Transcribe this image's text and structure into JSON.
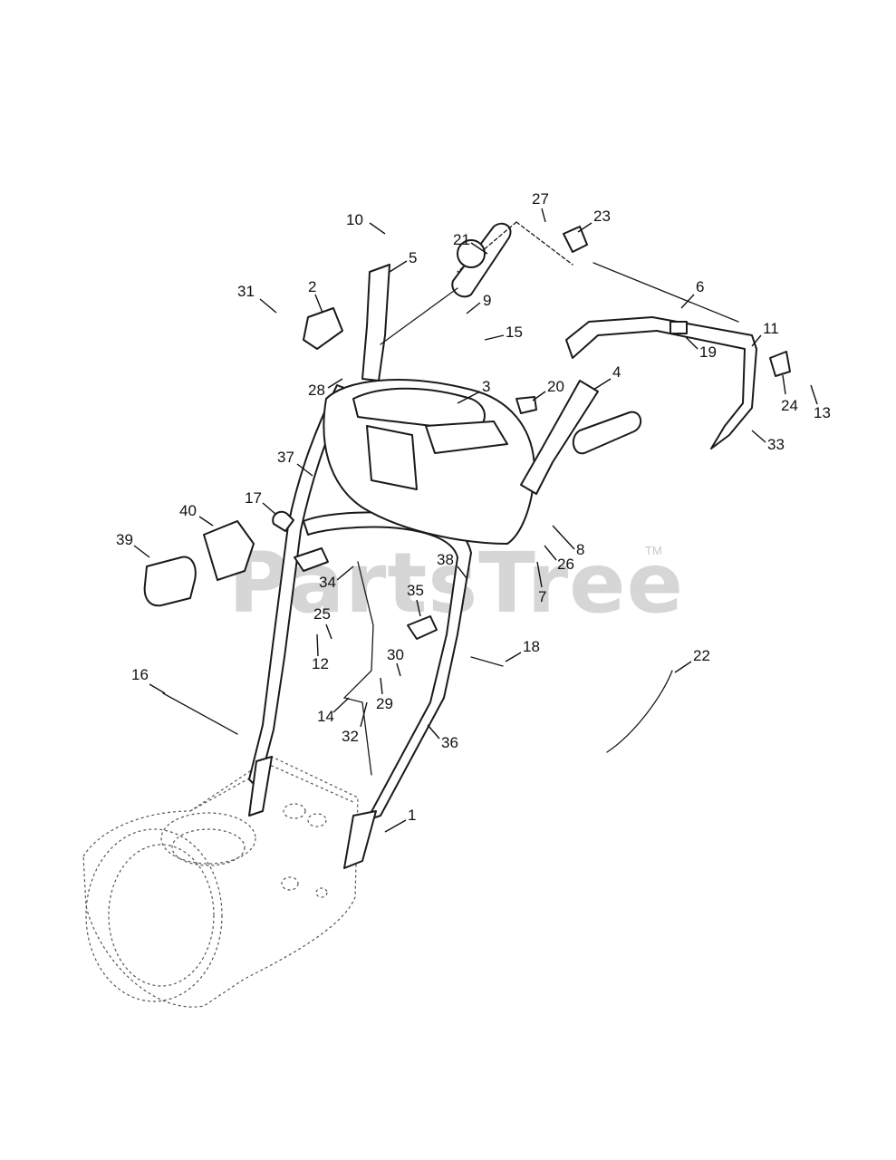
{
  "watermark": {
    "text": "PartsTree",
    "trademark": "TM"
  },
  "callouts": [
    "1",
    "2",
    "3",
    "4",
    "5",
    "6",
    "7",
    "8",
    "9",
    "10",
    "11",
    "12",
    "13",
    "14",
    "15",
    "16",
    "17",
    "18",
    "19",
    "20",
    "21",
    "22",
    "23",
    "24",
    "25",
    "26",
    "27",
    "28",
    "29",
    "30",
    "31",
    "32",
    "33",
    "34",
    "35",
    "36",
    "37",
    "38",
    "39",
    "40"
  ]
}
